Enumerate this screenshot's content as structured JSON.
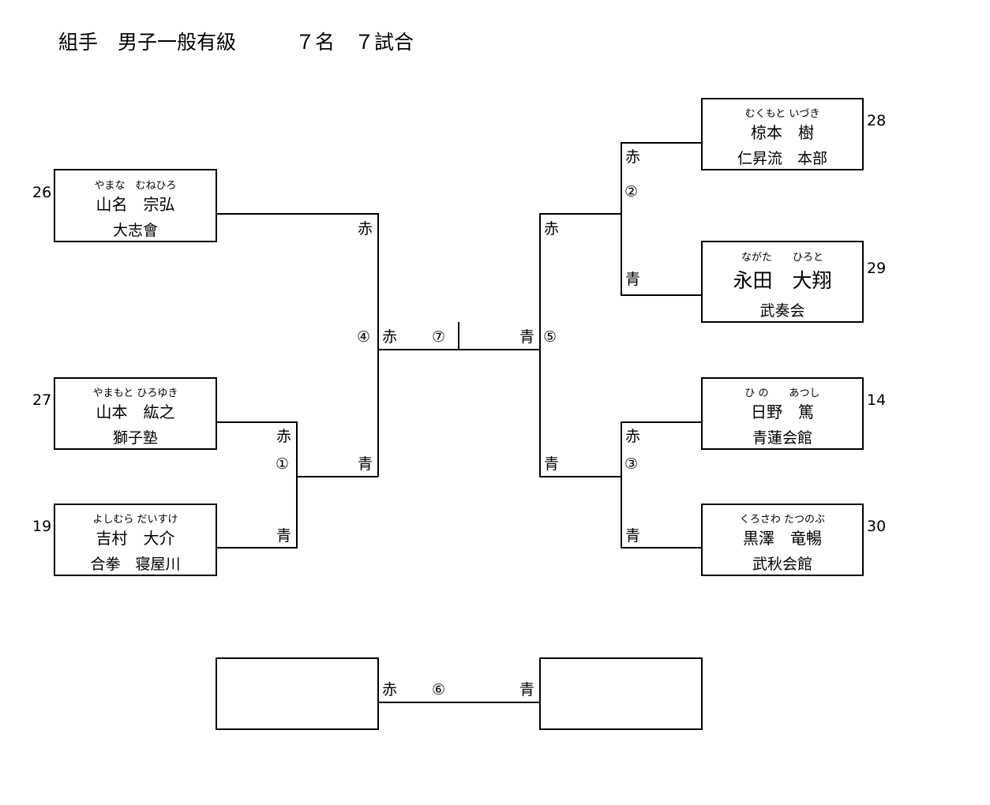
{
  "header": {
    "title": "組手　男子一般有級　　　７名　７試合"
  },
  "labels": {
    "red": "赤",
    "blue": "青"
  },
  "matches": {
    "m1": "①",
    "m2": "②",
    "m3": "③",
    "m4": "④",
    "m5": "⑤",
    "m6": "⑥",
    "m7": "⑦"
  },
  "competitors": {
    "left": [
      {
        "seed": "26",
        "kana": "やまな　むねひろ",
        "name": "山名　宗弘",
        "club": "大志會"
      },
      {
        "seed": "27",
        "kana": "やまもと ひろゆき",
        "name": "山本　紘之",
        "club": "獅子塾"
      },
      {
        "seed": "19",
        "kana": "よしむら だいすけ",
        "name": "吉村　大介",
        "club": "合拳　寝屋川"
      }
    ],
    "right": [
      {
        "seed": "28",
        "kana": "むくもと いづき",
        "name": "椋本　樹",
        "club": "仁昇流　本部"
      },
      {
        "seed": "29",
        "kana": "ながた　　ひろと",
        "name": "永田　大翔",
        "club": "武奏会"
      },
      {
        "seed": "14",
        "kana": "ひ の　　あつし",
        "name": "日野　篤",
        "club": "青蓮会館"
      },
      {
        "seed": "30",
        "kana": "くろさわ たつのぶ",
        "name": "黒澤　竜暢",
        "club": "武秋会館"
      }
    ]
  }
}
